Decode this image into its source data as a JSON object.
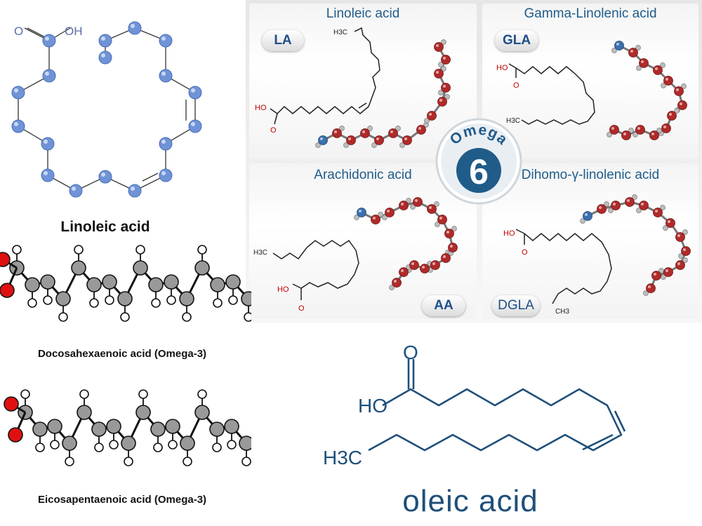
{
  "linoleic_left": {
    "title": "Linoleic acid",
    "atom_o": "O",
    "atom_oh": "OH"
  },
  "omega6": {
    "badge_word": "Omega",
    "badge_number": "6",
    "panels": [
      {
        "name": "Linoleic acid",
        "abbr": "LA",
        "label_acid": "HO",
        "label_o": "O",
        "label_ch3": "H3C"
      },
      {
        "name": "Gamma-Linolenic acid",
        "abbr": "GLA",
        "label_acid": "HO",
        "label_o": "O",
        "label_ch3": "H3C"
      },
      {
        "name": "Arachidonic acid",
        "abbr": "AA",
        "label_acid": "HO",
        "label_o": "O",
        "label_ch3": "H3C"
      },
      {
        "name": "Dihomo-γ-linolenic acid",
        "abbr": "DGLA",
        "label_acid": "HO",
        "label_o": "O",
        "label_ch3": "CH3"
      }
    ]
  },
  "dha": {
    "caption": "Docosahexaenoic acid (Omega-3)"
  },
  "epa": {
    "caption": "Eicosapentaenoic acid (Omega-3)"
  },
  "oleic": {
    "name": "oleic acid",
    "label_ho": "HO",
    "label_o": "O",
    "label_h3c": "H3C"
  },
  "colors": {
    "navy": "#1f4f7a",
    "atom_blue": "#6f93d6",
    "ball_red": "#b02a2a",
    "oxygen_red": "#e01010",
    "carbon_gray": "#999999"
  }
}
